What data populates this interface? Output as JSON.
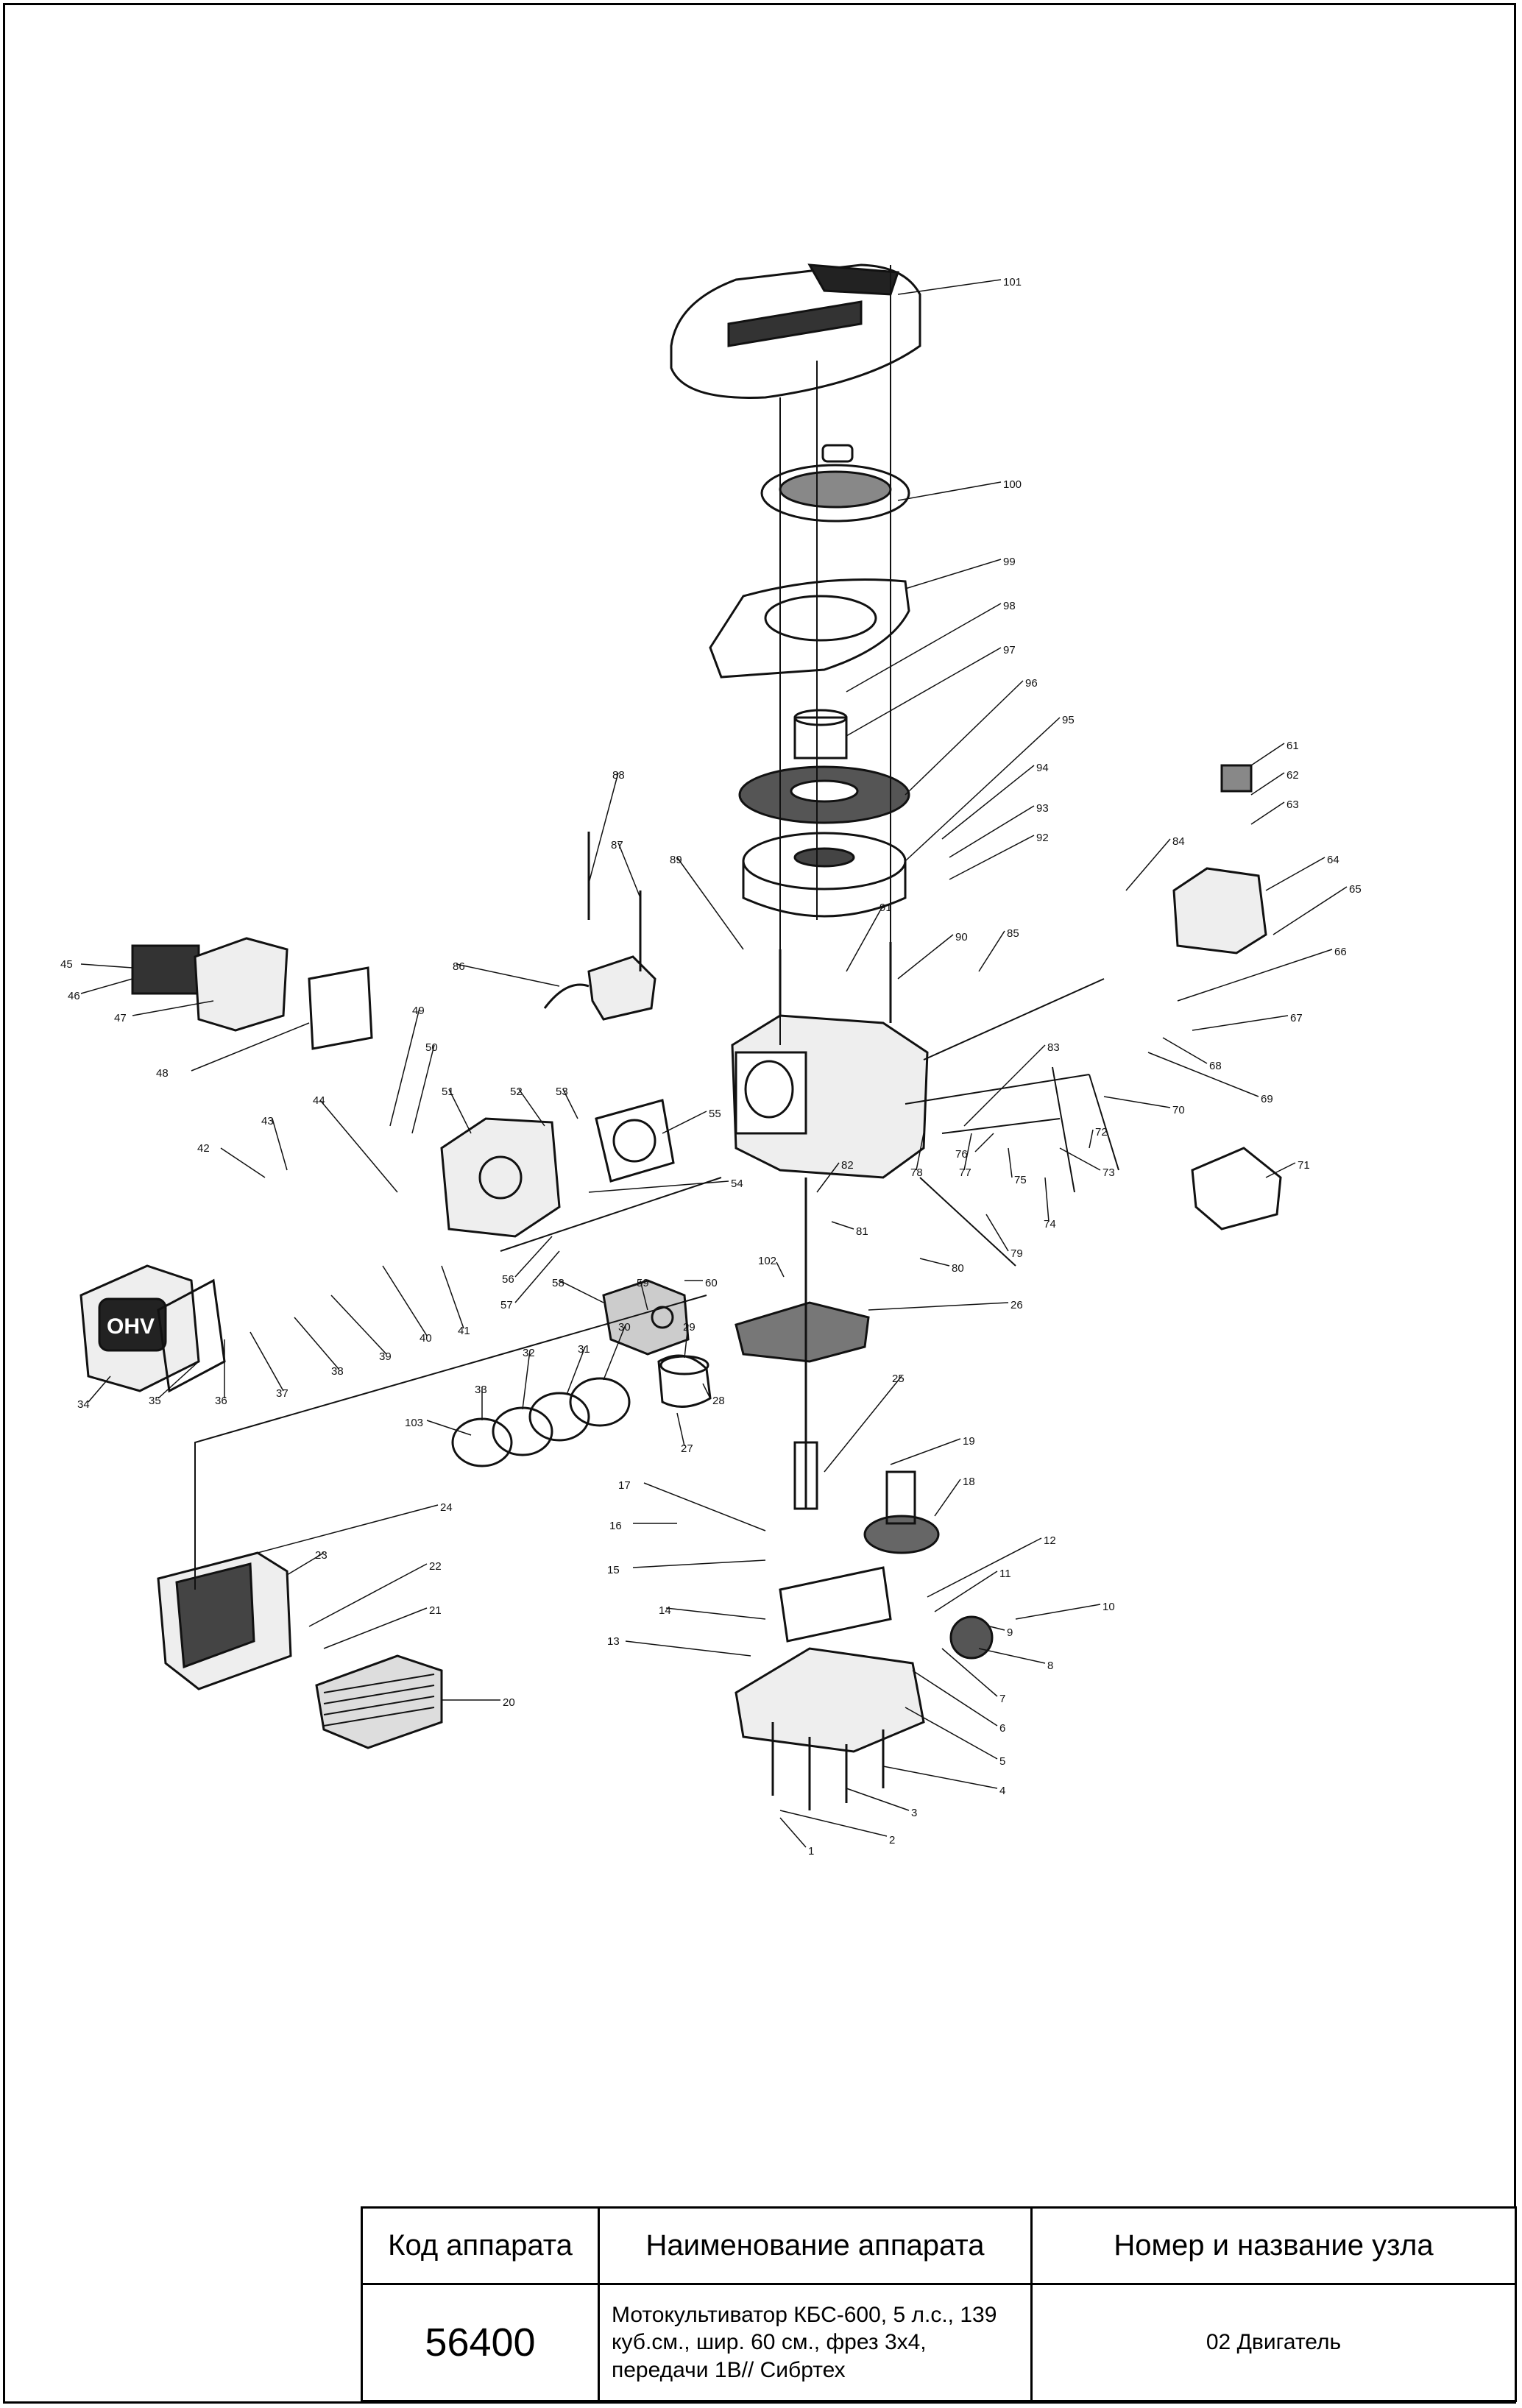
{
  "labels": [
    "1",
    "2",
    "3",
    "4",
    "5",
    "6",
    "7",
    "8",
    "9",
    "10",
    "11",
    "12",
    "13",
    "14",
    "15",
    "16",
    "17",
    "18",
    "19",
    "20",
    "21",
    "22",
    "23",
    "24",
    "25",
    "26",
    "27",
    "28",
    "29",
    "30",
    "31",
    "32",
    "33",
    "34",
    "35",
    "36",
    "37",
    "38",
    "39",
    "40",
    "41",
    "42",
    "43",
    "44",
    "45",
    "46",
    "47",
    "48",
    "49",
    "50",
    "51",
    "52",
    "53",
    "54",
    "55",
    "56",
    "57",
    "58",
    "59",
    "60",
    "61",
    "62",
    "63",
    "64",
    "65",
    "66",
    "67",
    "68",
    "69",
    "70",
    "71",
    "72",
    "73",
    "74",
    "75",
    "76",
    "77",
    "78",
    "79",
    "80",
    "81",
    "82",
    "83",
    "84",
    "85",
    "86",
    "87",
    "88",
    "89",
    "90",
    "91",
    "92",
    "93",
    "94",
    "95",
    "96",
    "97",
    "98",
    "99",
    "100",
    "101",
    "102",
    "103"
  ],
  "emblem_text": "OHV",
  "table": {
    "headers": [
      "Код аппарата",
      "Наименование аппарата",
      "Номер и название узла"
    ],
    "code": "56400",
    "name": "Мотокультиватор КБС-600, 5 л.с., 139 куб.см., шир. 60 см., фрез 3x4, передачи 1В// Сибртех",
    "node": "02 Двигатель"
  }
}
